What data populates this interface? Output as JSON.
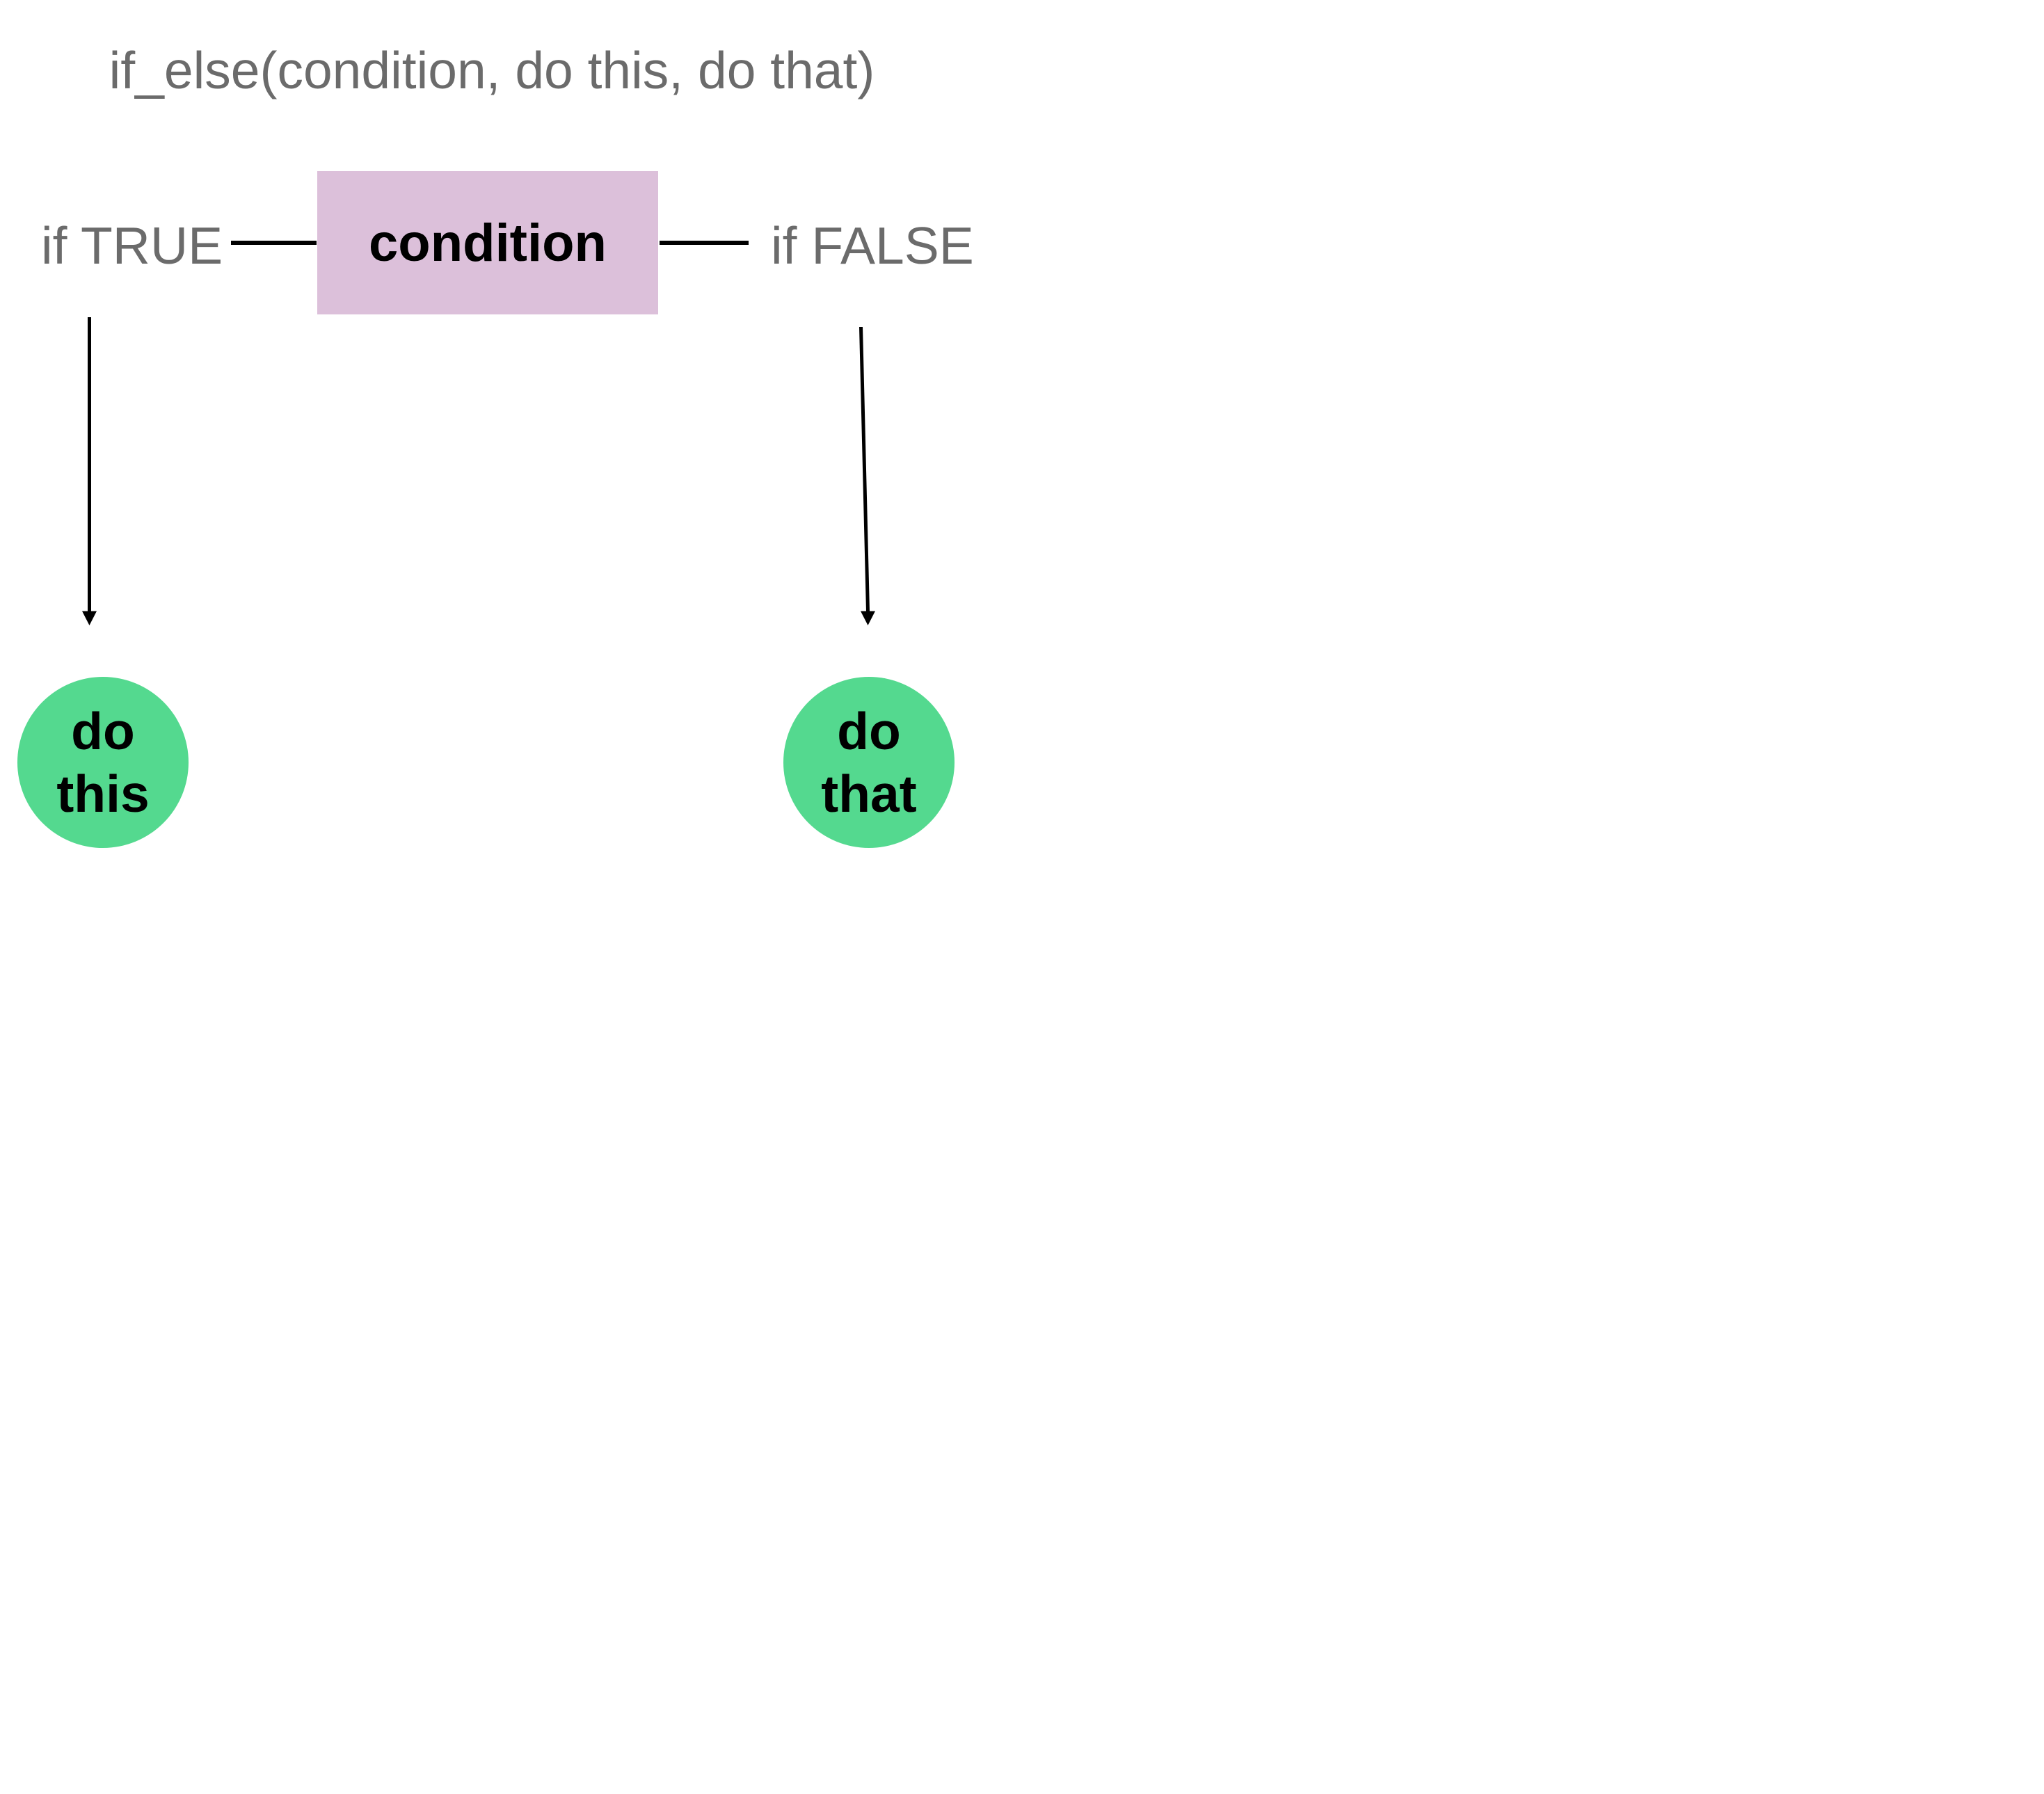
{
  "title": "if_else(condition, do this, do that)",
  "diagram": {
    "condition": {
      "label": "condition"
    },
    "true_branch": {
      "label": "if TRUE",
      "action": "do\nthis"
    },
    "false_branch": {
      "label": "if FALSE",
      "action": "do\nthat"
    }
  },
  "colors": {
    "condition_box": "#dcc0da",
    "action_circle": "#54d98f",
    "label_text": "#6b6b6b",
    "connector": "#000000"
  }
}
